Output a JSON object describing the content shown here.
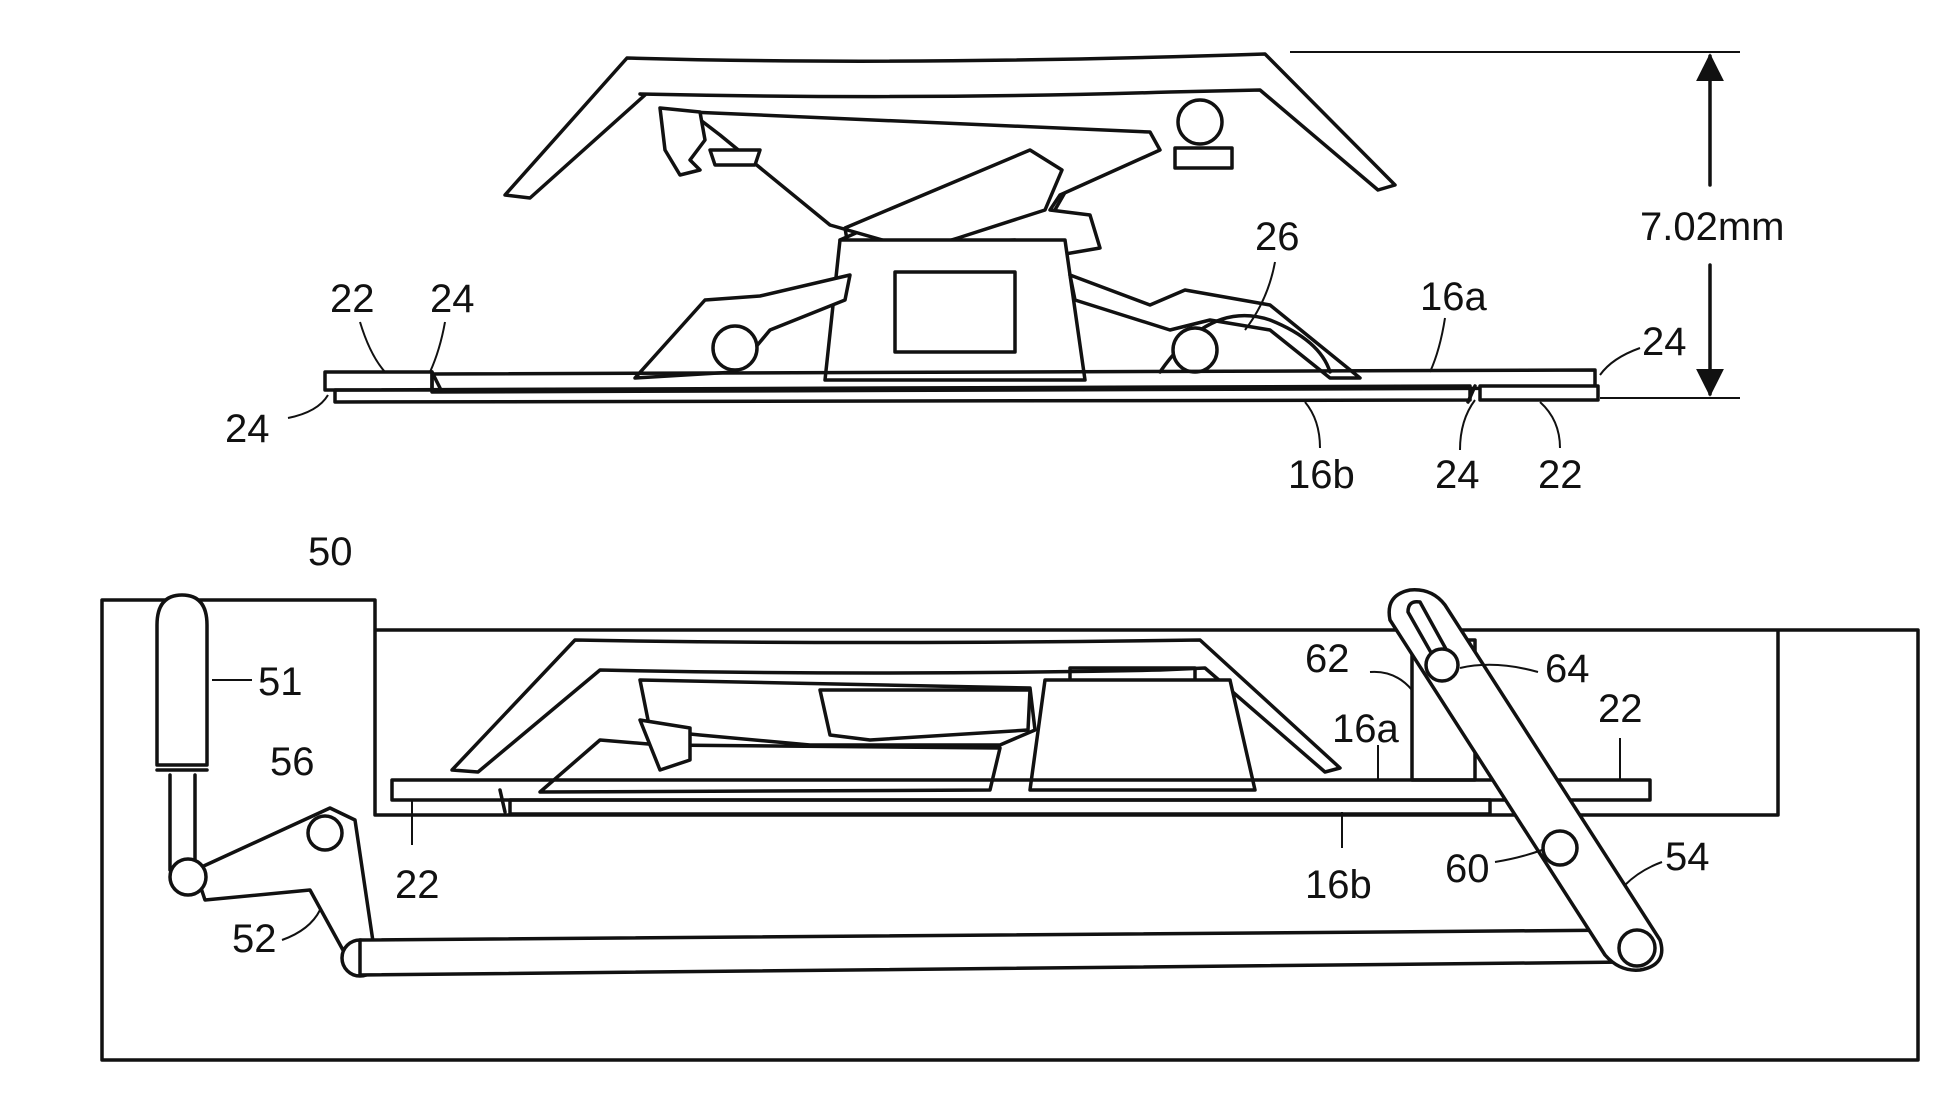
{
  "figure_top": {
    "dimension": "7.02mm",
    "labels": {
      "l22_left": "22",
      "l24_left_top": "24",
      "l24_left_bottom": "24",
      "l26": "26",
      "l16a": "16a",
      "l24_right_top": "24",
      "l16b": "16b",
      "l24_right_bottom": "24",
      "l22_right": "22"
    }
  },
  "figure_bottom": {
    "labels": {
      "l50": "50",
      "l51": "51",
      "l56": "56",
      "l52": "52",
      "l22_left": "22",
      "l62": "62",
      "l64": "64",
      "l16a": "16a",
      "l22_right": "22",
      "l60": "60",
      "l16b": "16b",
      "l54": "54"
    }
  }
}
